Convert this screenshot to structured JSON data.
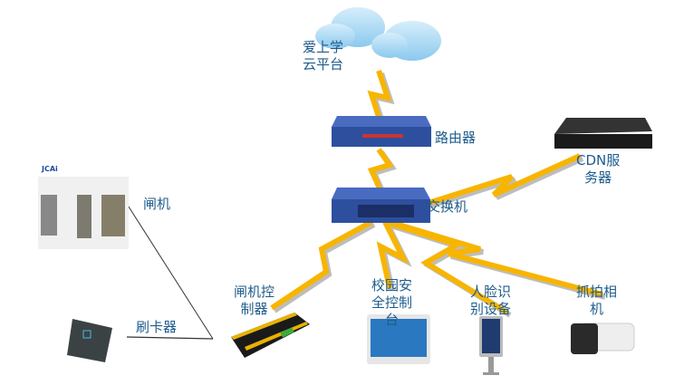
{
  "labels": {
    "cloud": "爱上学\n云平台",
    "router": "路由器",
    "cdn": "CDN服\n务器",
    "switch": "交换机",
    "gate": "闸机",
    "card_reader": "刷卡器",
    "gate_controller": "闸机控\n制器",
    "console": "校园安\n全控制\n台",
    "face": "人脸识\n别设备",
    "camera": "抓拍相\n机"
  },
  "logo_text": "JCAi",
  "colors": {
    "bolt": "#f7b500",
    "text": "#1f5c8c",
    "device_blue": "#2d4f9e"
  }
}
